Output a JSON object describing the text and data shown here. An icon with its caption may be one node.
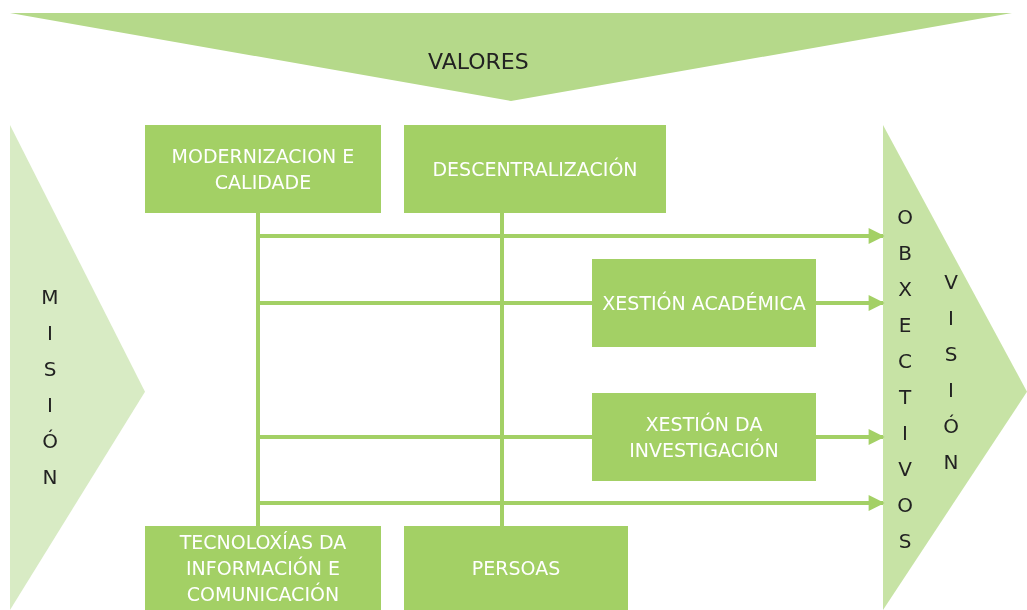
{
  "diagram": {
    "nodes": [
      {
        "text": [
          "VALORES"
        ]
      },
      {
        "text": [
          "MISIÓN"
        ]
      },
      {
        "text": [
          "MODERNIZACION E CALIDADE"
        ]
      },
      {
        "text": [
          "DESCENTRALIZACIÓN"
        ]
      },
      {
        "text": [
          "XESTIÓN ACADÉMICA"
        ]
      },
      {
        "text": [
          "XESTIÓN DA INVESTIGACIÓN"
        ]
      },
      {
        "text": [
          "TECNOLOXÍAS DA INFORMACIÓN E COMUNICACIÓN"
        ]
      },
      {
        "text": [
          "PERSOAS"
        ]
      },
      {
        "text": [
          "OBXECTIVOS",
          "VISIÓN"
        ]
      }
    ],
    "edges": [
      {
        "from": 2,
        "to": 6,
        "arrow": "none"
      },
      {
        "from": 3,
        "to": 7,
        "arrow": "none"
      },
      {
        "from": null,
        "to": 8,
        "arrow": "to"
      },
      {
        "from": null,
        "to": 4,
        "arrow": "none"
      },
      {
        "from": 4,
        "to": 8,
        "arrow": "to"
      },
      {
        "from": null,
        "to": 5,
        "arrow": "none"
      },
      {
        "from": 5,
        "to": 8,
        "arrow": "to"
      },
      {
        "from": null,
        "to": 8,
        "arrow": "to"
      }
    ]
  }
}
